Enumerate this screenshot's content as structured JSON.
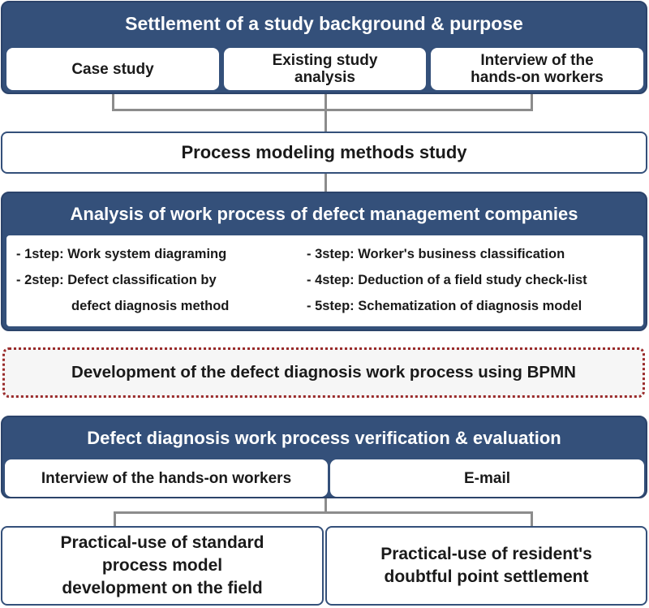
{
  "section1": {
    "title": "Settlement of a study background & purpose",
    "items": [
      {
        "label": "Case study"
      },
      {
        "label": "Existing study analysis"
      },
      {
        "label": "Interview of the hands-on workers"
      }
    ]
  },
  "section2": {
    "title": "Process modeling methods study"
  },
  "section3": {
    "title": "Analysis of work process of defect management companies",
    "steps_left": [
      "- 1step:  Work system diagraming",
      "- 2step:  Defect classification by",
      "defect diagnosis method"
    ],
    "steps_right": [
      "- 3step:  Worker's business classification",
      "- 4step:  Deduction of a field study check-list",
      "- 5step:  Schematization of diagnosis model"
    ]
  },
  "section4": {
    "title": "Development of the defect diagnosis work process using BPMN"
  },
  "section5": {
    "title": "Defect diagnosis work process verification & evaluation",
    "items": [
      {
        "label": "Interview of the hands-on workers"
      },
      {
        "label": "E-mail"
      }
    ]
  },
  "section6": {
    "items": [
      {
        "label": "Practical-use of standard process model development on the field"
      },
      {
        "label": "Practical-use of resident's doubtful point settlement"
      }
    ]
  }
}
